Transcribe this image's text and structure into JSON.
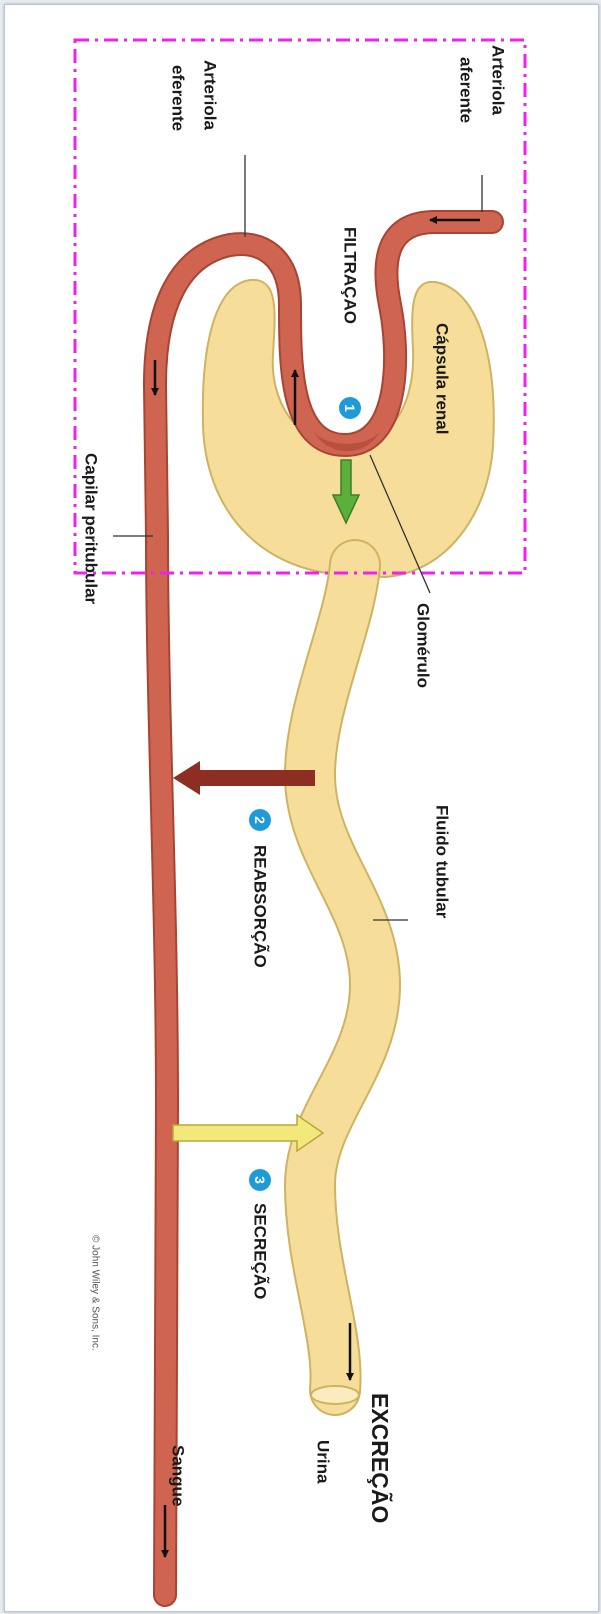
{
  "labels": {
    "arteriola_aferente_1": "Arteriola",
    "arteriola_aferente_2": "aferente",
    "arteriola_eferente_1": "Arteriola",
    "arteriola_eferente_2": "eferente",
    "filtracao": "FILTRAÇAO",
    "capsula_renal": "Cápsula renal",
    "glomerulo": "Glomérulo",
    "capilar_peritubular": "Capilar peritubular",
    "fluido_tubular": "Fluido tubular",
    "reabsorcao": "REABSORÇÃO",
    "secrecao": "SECREÇÃO",
    "excrecao": "EXCREÇÃO",
    "urina": "Urina",
    "sangue": "Sangue",
    "copyright": "© John Wiley & Sons, Inc."
  },
  "step_numbers": {
    "one": "1",
    "two": "2",
    "three": "3"
  },
  "colors": {
    "vessel": "#cf6550",
    "vessel_edge": "#a84434",
    "tubule": "#f6de9a",
    "tubule_edge": "#cfb362",
    "badge": "#1e9ad6",
    "filtration_arrow": "#5caf3a",
    "reabsorption_arrow": "#8e2e22",
    "secretion_arrow": "#f3e87a",
    "highlight_box": "#ee22ee"
  }
}
